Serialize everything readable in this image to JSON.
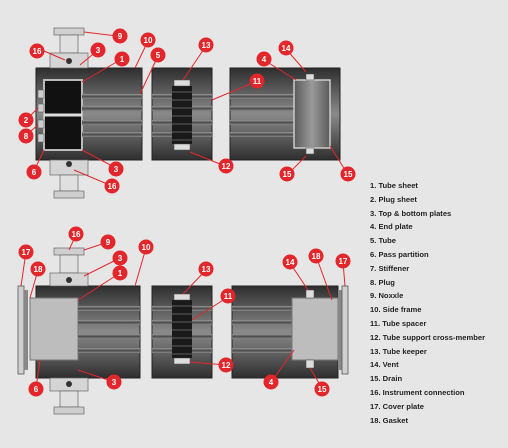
{
  "legend": {
    "items": [
      "1. Tube sheet",
      "2. Plug sheet",
      "3. Top & bottom plates",
      "4. End plate",
      "5. Tube",
      "6. Pass partition",
      "7. Stiffener",
      "8. Plug",
      "9. Noxxle",
      "10. Side frame",
      "11. Tube spacer",
      "12. Tube support cross-member",
      "13. Tube keeper",
      "14. Vent",
      "15. Drain",
      "16. Instrument connection",
      "17. Cover plate",
      "18. Gasket"
    ]
  },
  "colors": {
    "callout": "#e3262b",
    "background": "#e6e6e6",
    "frame_dark": "#333333",
    "tube": "#6a6a6a"
  },
  "top_diagram": {
    "callouts": [
      "1",
      "2",
      "3",
      "4",
      "5",
      "6",
      "8",
      "9",
      "10",
      "11",
      "12",
      "13",
      "14",
      "15",
      "16"
    ]
  },
  "bottom_diagram": {
    "callouts": [
      "1",
      "3",
      "4",
      "6",
      "9",
      "10",
      "11",
      "12",
      "13",
      "14",
      "15",
      "16",
      "17",
      "18"
    ]
  }
}
